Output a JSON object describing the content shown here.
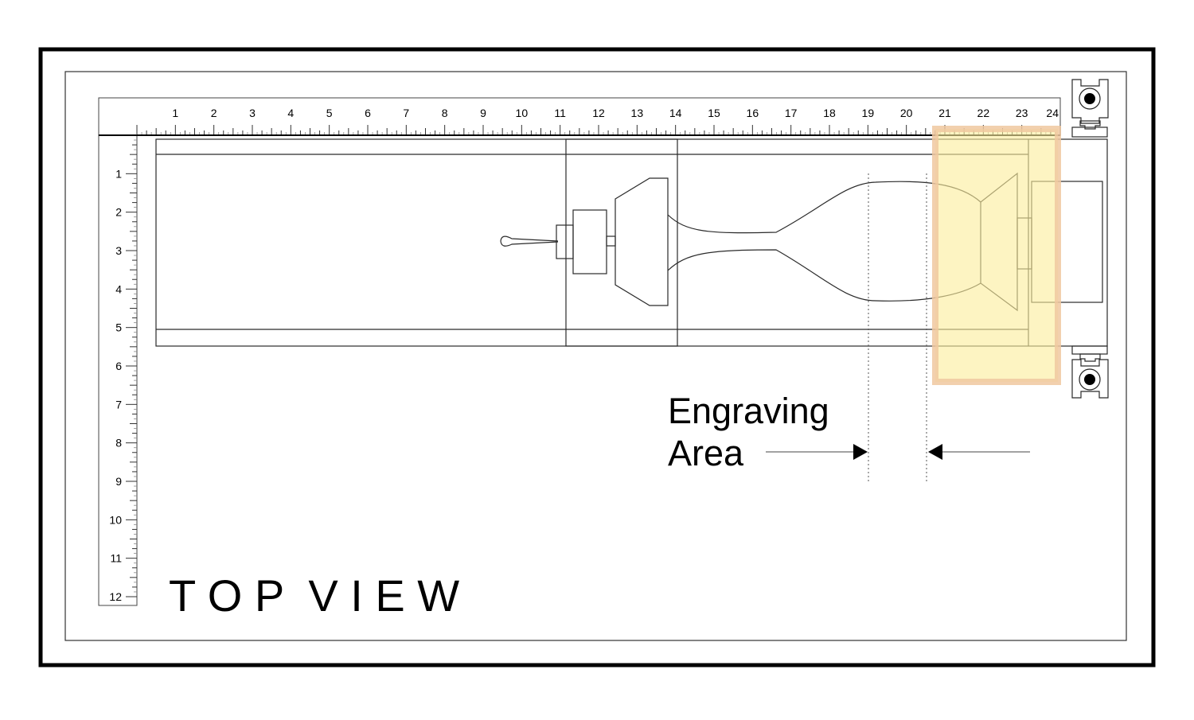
{
  "diagram": {
    "title": "T O P  V I E W",
    "callout": {
      "line1": "Engraving",
      "line2": "Area"
    },
    "ruler_top": {
      "labels": [
        "1",
        "2",
        "3",
        "4",
        "5",
        "6",
        "7",
        "8",
        "9",
        "10",
        "11",
        "12",
        "13",
        "14",
        "15",
        "16",
        "17",
        "18",
        "19",
        "20",
        "21",
        "22",
        "23",
        "24"
      ]
    },
    "ruler_left": {
      "labels": [
        "1",
        "2",
        "3",
        "4",
        "5",
        "6",
        "7",
        "8",
        "9",
        "10",
        "11",
        "12"
      ]
    },
    "colors": {
      "highlight_fill": "#fcee9c",
      "highlight_border": "#f0c8a0",
      "frame": "#000000",
      "line": "#2a2a2a"
    }
  }
}
